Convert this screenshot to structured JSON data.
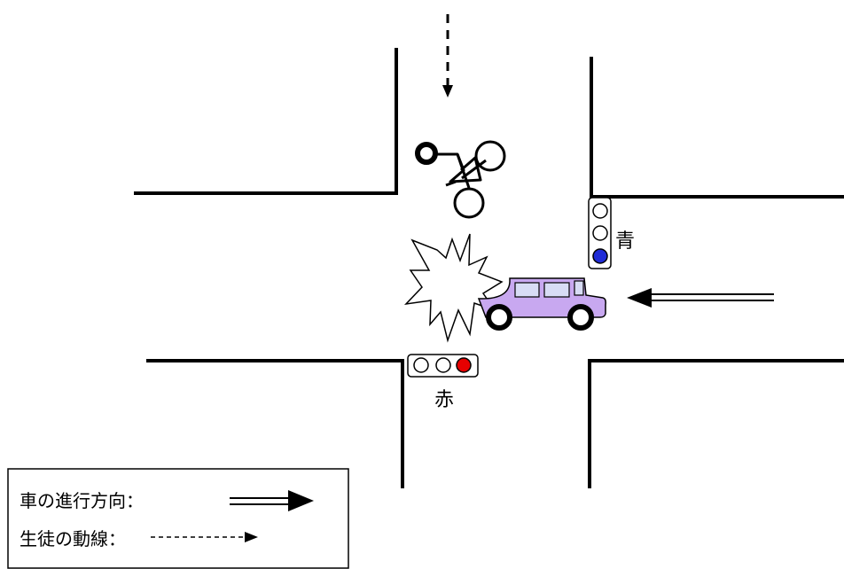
{
  "signals": {
    "east": {
      "label": "青",
      "lit_color": "#1f2bd6",
      "orientation": "vertical"
    },
    "south": {
      "label": "赤",
      "lit_color": "#e60000",
      "orientation": "horizontal"
    }
  },
  "legend": {
    "car_direction_label": "車の進行方向：",
    "student_path_label": "生徒の動線："
  },
  "colors": {
    "car_body": "#c8a8f0",
    "car_window": "#d8dcf5",
    "line": "#000000"
  }
}
